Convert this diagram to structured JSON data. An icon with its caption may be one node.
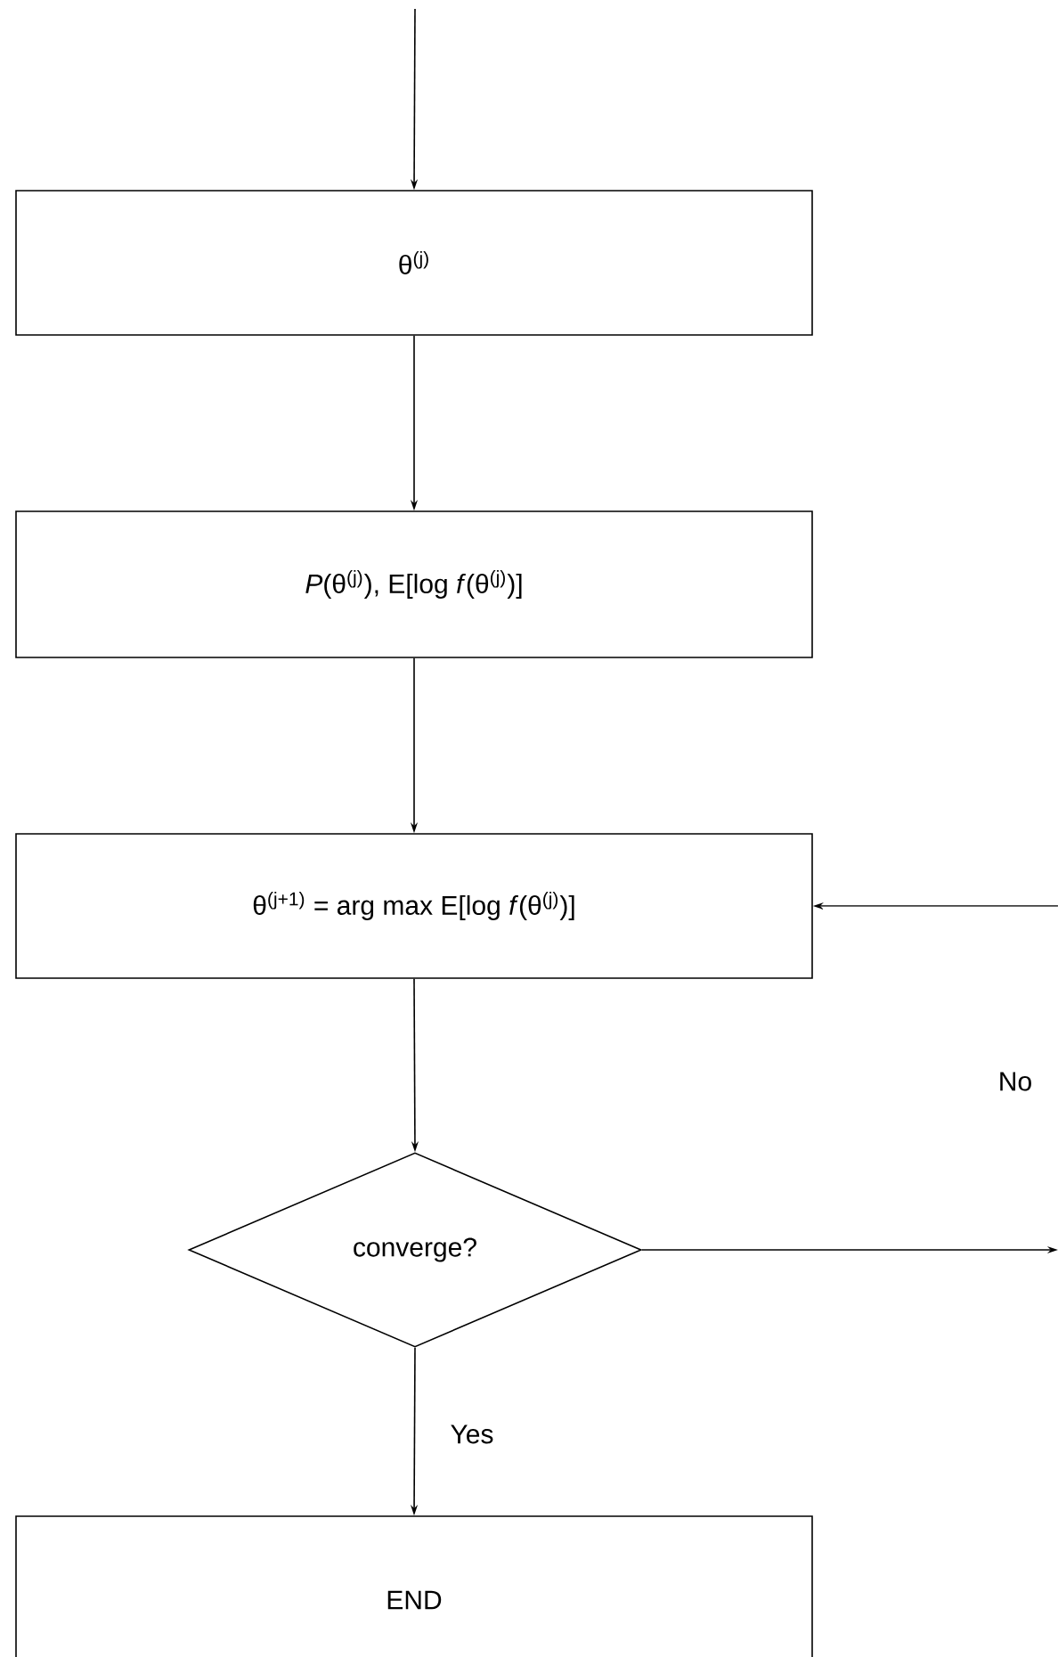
{
  "diagram": {
    "nodes": [
      {
        "text": [
          "θ$^{(j)}$"
        ]
      },
      {
        "text": [
          "*P*(θ$^{(j)}$), E[log *f*(θ$^{(j)}$)]"
        ]
      },
      {
        "text": [
          "θ$^{(j+1)}$ = arg max E[log *f*(θ$^{(j)}$)]"
        ]
      },
      {
        "text": [
          "converge?"
        ]
      },
      {
        "text": [
          "END"
        ]
      }
    ],
    "edges": [
      {
        "from": null,
        "to": 0,
        "arrow": "to"
      },
      {
        "from": 0,
        "to": 1,
        "arrow": "to"
      },
      {
        "from": 1,
        "to": 2,
        "arrow": "to"
      },
      {
        "from": 2,
        "to": 3,
        "arrow": "to"
      },
      {
        "from": 3,
        "to": 4,
        "arrow": "to",
        "label": "Yes"
      },
      {
        "from": 3,
        "to": null,
        "arrow": "to"
      },
      {
        "from": null,
        "to": 2,
        "arrow": "to"
      }
    ],
    "labels": [
      "No"
    ]
  }
}
